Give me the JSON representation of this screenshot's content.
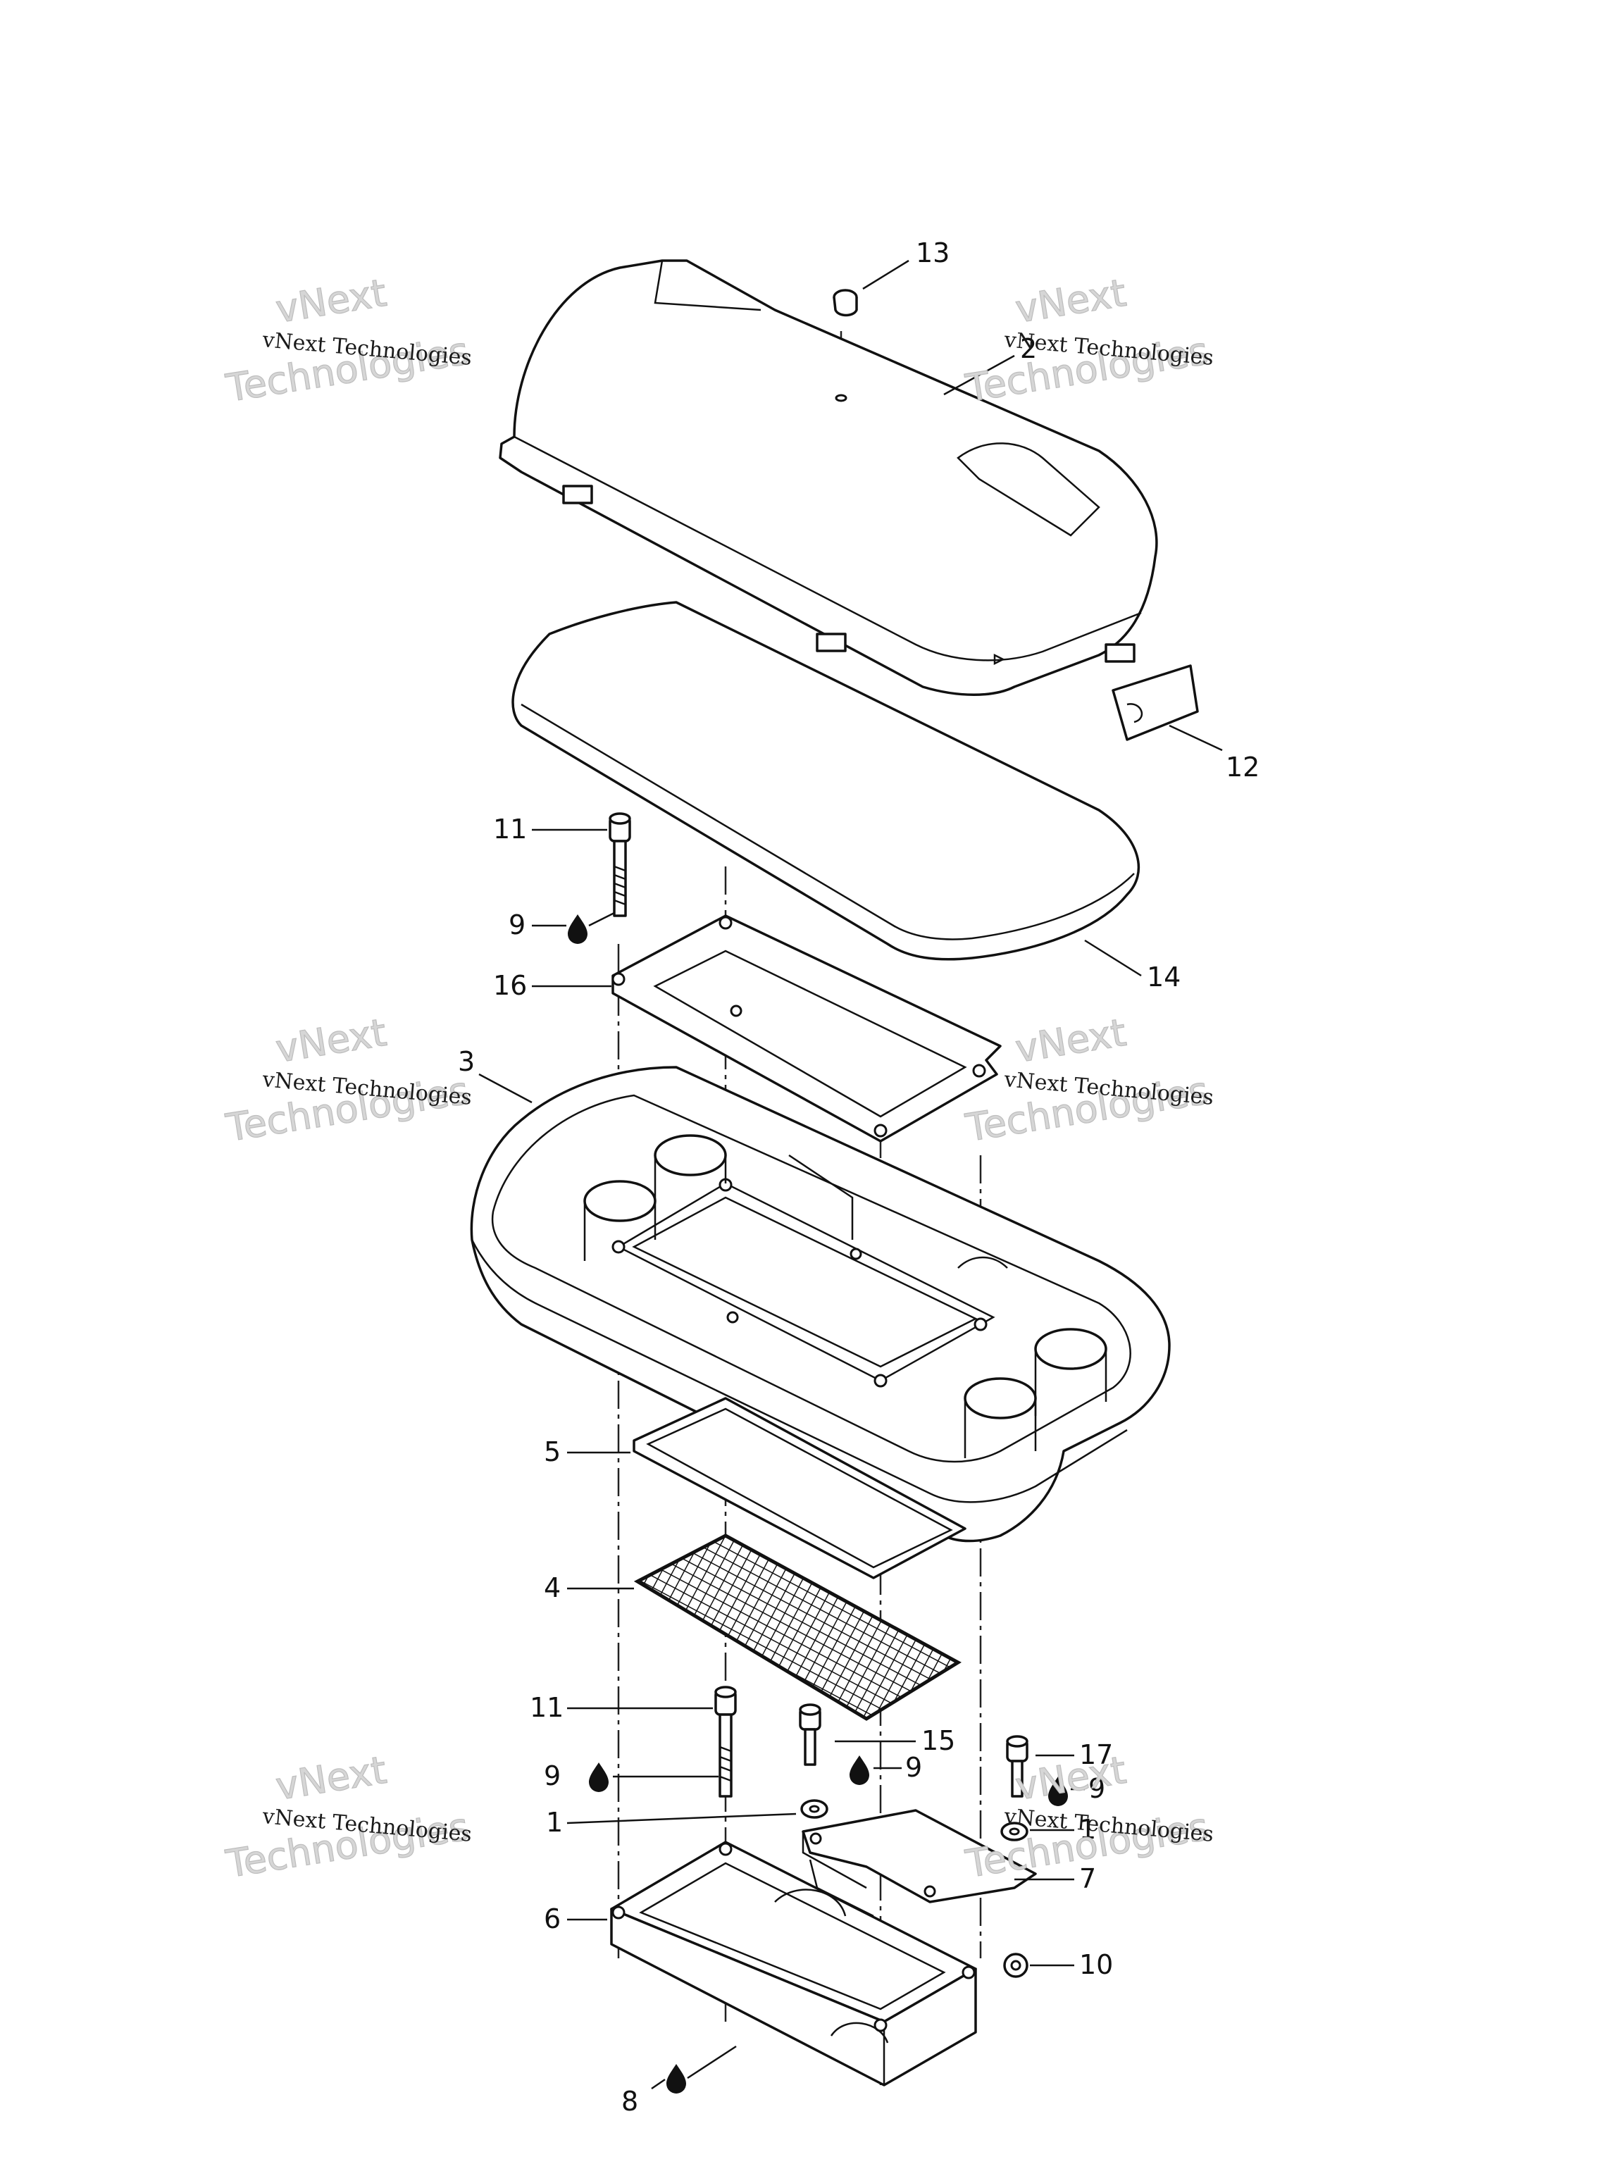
{
  "watermark": {
    "line1": "vNext",
    "line2": "Technologies",
    "caption": "vNext Technologies"
  },
  "callouts": [
    {
      "id": "13",
      "label": "13"
    },
    {
      "id": "2",
      "label": "2"
    },
    {
      "id": "12",
      "label": "12"
    },
    {
      "id": "11a",
      "label": "11"
    },
    {
      "id": "9a",
      "label": "9"
    },
    {
      "id": "16",
      "label": "16"
    },
    {
      "id": "14",
      "label": "14"
    },
    {
      "id": "3",
      "label": "3"
    },
    {
      "id": "5",
      "label": "5"
    },
    {
      "id": "4",
      "label": "4"
    },
    {
      "id": "11b",
      "label": "11"
    },
    {
      "id": "15",
      "label": "15"
    },
    {
      "id": "17",
      "label": "17"
    },
    {
      "id": "9b",
      "label": "9"
    },
    {
      "id": "9c",
      "label": "9"
    },
    {
      "id": "9d",
      "label": "9"
    },
    {
      "id": "1a",
      "label": "1"
    },
    {
      "id": "1b",
      "label": "1"
    },
    {
      "id": "7",
      "label": "7"
    },
    {
      "id": "6",
      "label": "6"
    },
    {
      "id": "10",
      "label": "10"
    },
    {
      "id": "8",
      "label": "8"
    }
  ]
}
